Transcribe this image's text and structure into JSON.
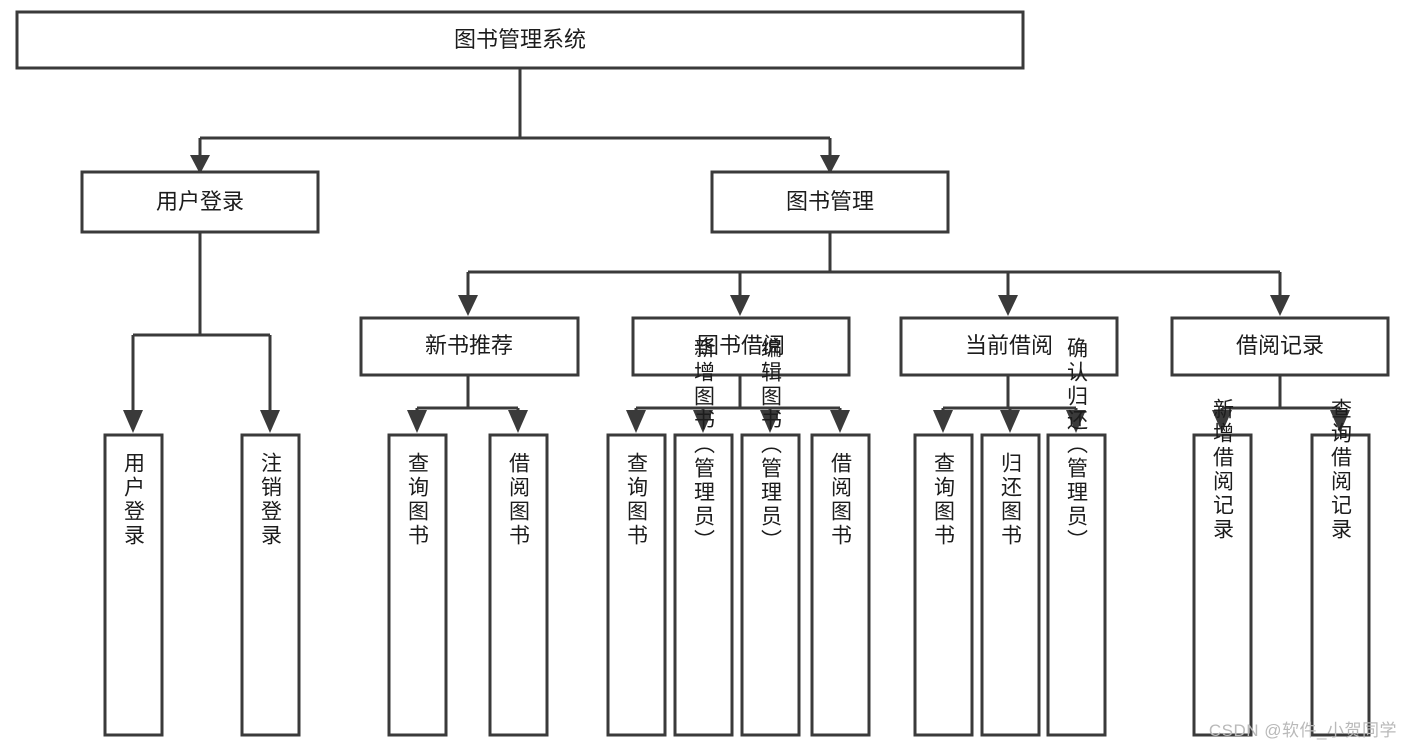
{
  "diagram": {
    "type": "tree-hierarchy",
    "title": "图书管理系统",
    "watermark": "CSDN @软件_小贺同学",
    "colors": {
      "stroke": "#3a3a3a",
      "box_fill": "#ffffff",
      "text": "#1c1c1c",
      "background": "#ffffff",
      "watermark": "#b9b9b9"
    },
    "root": {
      "label": "图书管理系统"
    },
    "level2": [
      {
        "label": "用户登录"
      },
      {
        "label": "图书管理"
      }
    ],
    "level3": [
      {
        "label": "新书推荐"
      },
      {
        "label": "图书借阅"
      },
      {
        "label": "当前借阅"
      },
      {
        "label": "借阅记录"
      }
    ],
    "leaves": {
      "user_login": [
        {
          "label": "用户登录"
        },
        {
          "label": "注销登录"
        }
      ],
      "new_book_recommend": [
        {
          "label": "查询图书"
        },
        {
          "label": "借阅图书"
        }
      ],
      "book_borrow": [
        {
          "label": "查询图书"
        },
        {
          "label": "新增图书（管理员）"
        },
        {
          "label": "编辑图书（管理员）"
        },
        {
          "label": "借阅图书"
        }
      ],
      "current_borrow": [
        {
          "label": "查询图书"
        },
        {
          "label": "归还图书"
        },
        {
          "label": "确认归还（管理员）"
        }
      ],
      "borrow_record": [
        {
          "label": "新增借阅记录"
        },
        {
          "label": "查询借阅记录"
        }
      ]
    }
  }
}
